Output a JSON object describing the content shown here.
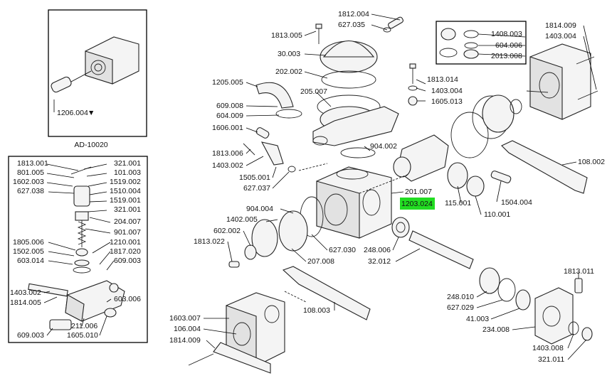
{
  "panels": {
    "top_left": {
      "part": "1206.004",
      "marker": "▼",
      "caption": "AD-10020"
    },
    "bottom_left": {
      "labels": [
        "1813.001",
        "801.005",
        "1602.003",
        "627.038",
        "321.001",
        "101.003",
        "1519.002",
        "1510.004",
        "1519.001",
        "321.001",
        "204.007",
        "901.007",
        "1805.006",
        "1502.005",
        "603.014",
        "1210.001",
        "1817.020",
        "609.003",
        "1403.002",
        "1814.005",
        "603.006",
        "211.006",
        "609.003",
        "1605.010"
      ]
    },
    "top_right_box": {
      "labels": [
        "1408.003",
        "604.006",
        "2013.008"
      ]
    }
  },
  "labels": {
    "l1812_004": "1812.004",
    "l627_035": "627.035",
    "l1813_005": "1813.005",
    "l30_003": "30.003",
    "l202_002": "202.002",
    "l1205_005": "1205.005",
    "l205_007": "205.007",
    "l609_008": "609.008",
    "l604_009": "604.009",
    "l1606_001": "1606.001",
    "l1813_006": "1813.006",
    "l1403_002": "1403.002",
    "l1505_001": "1505.001",
    "l627_037": "627.037",
    "l904_002": "904.002",
    "l201_007": "201.007",
    "l1203_024": "1203.024",
    "l115_001": "115.001",
    "l1813_014": "1813.014",
    "l1403_004": "1403.004",
    "l1605_013": "1605.013",
    "l1814_009": "1814.009",
    "l1403_004b": "1403.004",
    "l108_002": "108.002",
    "l1504_004": "1504.004",
    "l110_001": "110.001",
    "l904_004": "904.004",
    "l1402_005": "1402.005",
    "l602_002": "602.002",
    "l1813_022": "1813.022",
    "l627_030": "627.030",
    "l207_008": "207.008",
    "l248_006": "248.006",
    "l32_012": "32.012",
    "l108_003": "108.003",
    "l1813_011": "1813.011",
    "l248_010": "248.010",
    "l627_029": "627.029",
    "l41_003": "41.003",
    "l234_008": "234.008",
    "l1403_008": "1403.008",
    "l321_011": "321.011",
    "l1603_007": "1603.007",
    "l106_004": "106.004",
    "l1814_009b": "1814.009"
  },
  "highlight": {
    "part": "1203.024",
    "color": "#22dd22"
  }
}
